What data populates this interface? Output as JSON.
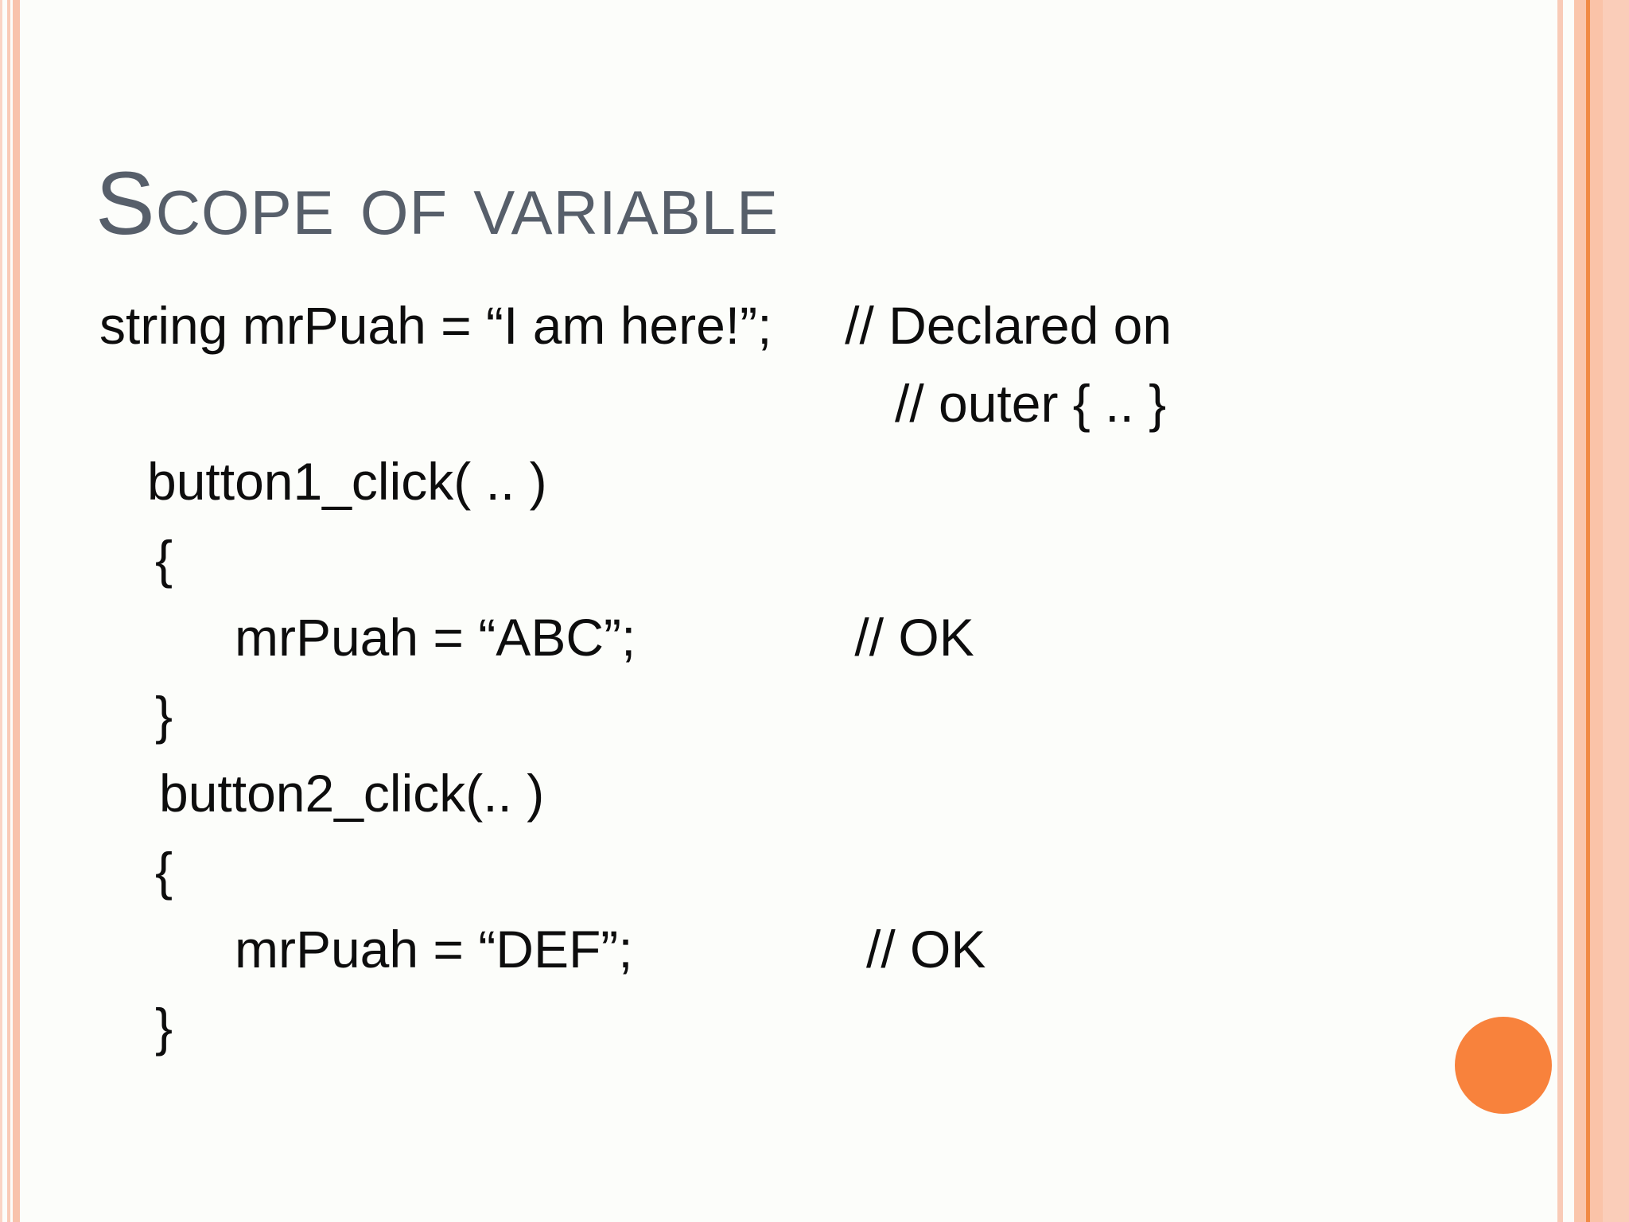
{
  "slide": {
    "title": "Scope of variable",
    "code_lines": [
      "string mrPuah = “I am here!”;     // Declared on",
      "// outer { .. }",
      "button1_click( .. )",
      "{",
      "mrPuah = “ABC”;               // OK",
      "}",
      "button2_click(.. )",
      "{",
      "mrPuah = “DEF”;                // OK",
      "}"
    ]
  },
  "theme": {
    "background": "#FCFDFA",
    "title_color": "#575F6A",
    "text_color": "#0D0D0D",
    "stripe_pink_light": "#F9CBB7",
    "stripe_pink": "#F8C3AC",
    "stripe_orange_accent": "#F18A44",
    "circle_color": "#F8823C"
  }
}
